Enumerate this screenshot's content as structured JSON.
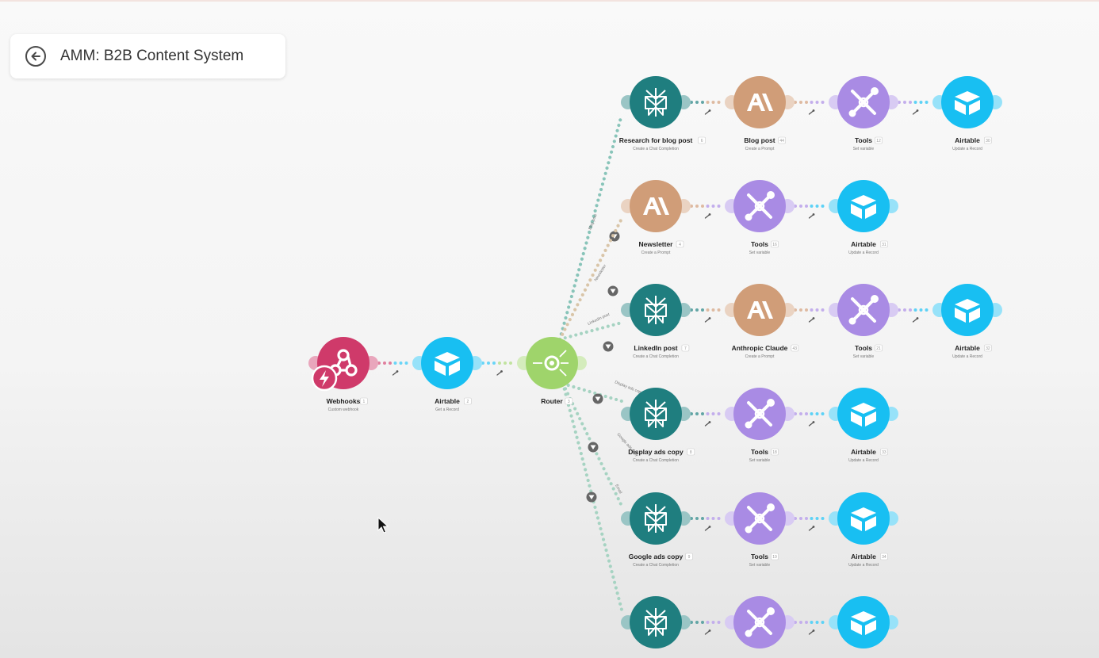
{
  "header": {
    "title": "AMM: B2B Content System"
  },
  "colors": {
    "webhooks": "#cf3a6a",
    "airtable": "#18bff2",
    "router": "#9fd46b",
    "perplexity": "#1f7e7f",
    "anthropic": "#d09d78",
    "tools": "#a98be4"
  },
  "entry_nodes": [
    {
      "id": "webhooks",
      "title": "Webhooks",
      "subtitle": "Custom webhook",
      "num": "1",
      "icon": "webhooks-icon",
      "color": "#cf3a6a"
    },
    {
      "id": "airtable-get",
      "title": "Airtable",
      "subtitle": "Get a Record",
      "num": "2",
      "icon": "airtable-icon",
      "color": "#18bff2"
    },
    {
      "id": "router",
      "title": "Router",
      "subtitle": "",
      "num": "3",
      "icon": "router-icon",
      "color": "#9fd46b"
    }
  ],
  "routes": [
    {
      "label": "Blog post",
      "nodes": [
        {
          "title": "Research for blog post",
          "subtitle": "Create a Chat Completion",
          "num": "6",
          "icon": "perplexity-icon",
          "color": "#1f7e7f"
        },
        {
          "title": "Blog post",
          "subtitle": "Create a Prompt",
          "num": "44",
          "icon": "anthropic-icon",
          "color": "#d09d78"
        },
        {
          "title": "Tools",
          "subtitle": "Set variable",
          "num": "12",
          "icon": "tools-icon",
          "color": "#a98be4"
        },
        {
          "title": "Airtable",
          "subtitle": "Update a Record",
          "num": "30",
          "icon": "airtable-icon",
          "color": "#18bff2"
        }
      ]
    },
    {
      "label": "Newsletter",
      "nodes": [
        {
          "title": "Newsletter",
          "subtitle": "Create a Prompt",
          "num": "4",
          "icon": "anthropic-icon",
          "color": "#d09d78"
        },
        {
          "title": "Tools",
          "subtitle": "Set variable",
          "num": "16",
          "icon": "tools-icon",
          "color": "#a98be4"
        },
        {
          "title": "Airtable",
          "subtitle": "Update a Record",
          "num": "31",
          "icon": "airtable-icon",
          "color": "#18bff2"
        }
      ]
    },
    {
      "label": "LinkedIn post",
      "nodes": [
        {
          "title": "LinkedIn post",
          "subtitle": "Create a Chat Completion",
          "num": "7",
          "icon": "perplexity-icon",
          "color": "#1f7e7f"
        },
        {
          "title": "Anthropic Claude",
          "subtitle": "Create a Prompt",
          "num": "43",
          "icon": "anthropic-icon",
          "color": "#d09d78"
        },
        {
          "title": "Tools",
          "subtitle": "Set variable",
          "num": "21",
          "icon": "tools-icon",
          "color": "#a98be4"
        },
        {
          "title": "Airtable",
          "subtitle": "Update a Record",
          "num": "32",
          "icon": "airtable-icon",
          "color": "#18bff2"
        }
      ]
    },
    {
      "label": "Display ads copy",
      "nodes": [
        {
          "title": "Display ads copy",
          "subtitle": "Create a Chat Completion",
          "num": "8",
          "icon": "perplexity-icon",
          "color": "#1f7e7f"
        },
        {
          "title": "Tools",
          "subtitle": "Set variable",
          "num": "18",
          "icon": "tools-icon",
          "color": "#a98be4"
        },
        {
          "title": "Airtable",
          "subtitle": "Update a Record",
          "num": "33",
          "icon": "airtable-icon",
          "color": "#18bff2"
        }
      ]
    },
    {
      "label": "Google ads copy",
      "nodes": [
        {
          "title": "Google ads copy",
          "subtitle": "Create a Chat Completion",
          "num": "9",
          "icon": "perplexity-icon",
          "color": "#1f7e7f"
        },
        {
          "title": "Tools",
          "subtitle": "Set variable",
          "num": "19",
          "icon": "tools-icon",
          "color": "#a98be4"
        },
        {
          "title": "Airtable",
          "subtitle": "Update a Record",
          "num": "34",
          "icon": "airtable-icon",
          "color": "#18bff2"
        }
      ]
    },
    {
      "label": "Email",
      "nodes": [
        {
          "title": "",
          "subtitle": "",
          "num": "",
          "icon": "perplexity-icon",
          "color": "#1f7e7f"
        },
        {
          "title": "",
          "subtitle": "",
          "num": "",
          "icon": "tools-icon",
          "color": "#a98be4"
        },
        {
          "title": "",
          "subtitle": "",
          "num": "",
          "icon": "airtable-icon",
          "color": "#18bff2"
        }
      ]
    }
  ]
}
